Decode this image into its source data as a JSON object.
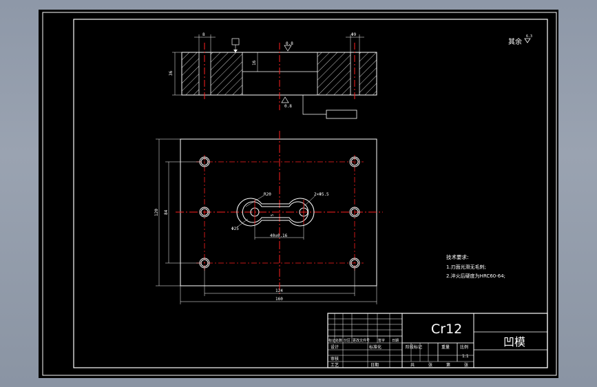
{
  "title_block": {
    "material": "Cr12",
    "part_name": "凹模",
    "cells": {
      "mark_col": "标记",
      "count_col": "处数",
      "zone_col": "分区",
      "changedoc_col": "更改文件号",
      "sign_col": "签字",
      "date_col": "日期",
      "design": "设计",
      "standardize": "标准化",
      "review": "审核",
      "process": "工艺",
      "date_label": "日期",
      "stage_mark": "阶段标记",
      "weight": "重量",
      "scale": "比例",
      "scale_value": "1:1",
      "total_label": "共",
      "sheet_label": "张",
      "page_label": "第",
      "page_unit": "张"
    }
  },
  "drawing": {
    "surface_note": "其余",
    "roughness_rest": "6.3",
    "roughness_top": "0.8",
    "roughness_bottom": "0.8",
    "section_dims": {
      "left_hole": "8",
      "right_hole": "Φ9",
      "height": "36",
      "pocket_depth": "16"
    },
    "plan_dims": {
      "radius": "R20",
      "holes": "2×Φ5.5",
      "outer_hole": "Φ25",
      "center_dist": "40±0.16",
      "width_inner": "84",
      "height_total": "120",
      "slot_width": "5",
      "span_inner": "124",
      "span_total": "160"
    }
  },
  "notes": {
    "heading": "技术要求:",
    "items": [
      "1.刃面光滑无毛刺;",
      "2.淬火后硬度为HRC60-64;"
    ]
  },
  "colors": {
    "background": "#000000",
    "frame": "#ffffff",
    "centerline": "#ff2020",
    "text": "#ffffff"
  }
}
